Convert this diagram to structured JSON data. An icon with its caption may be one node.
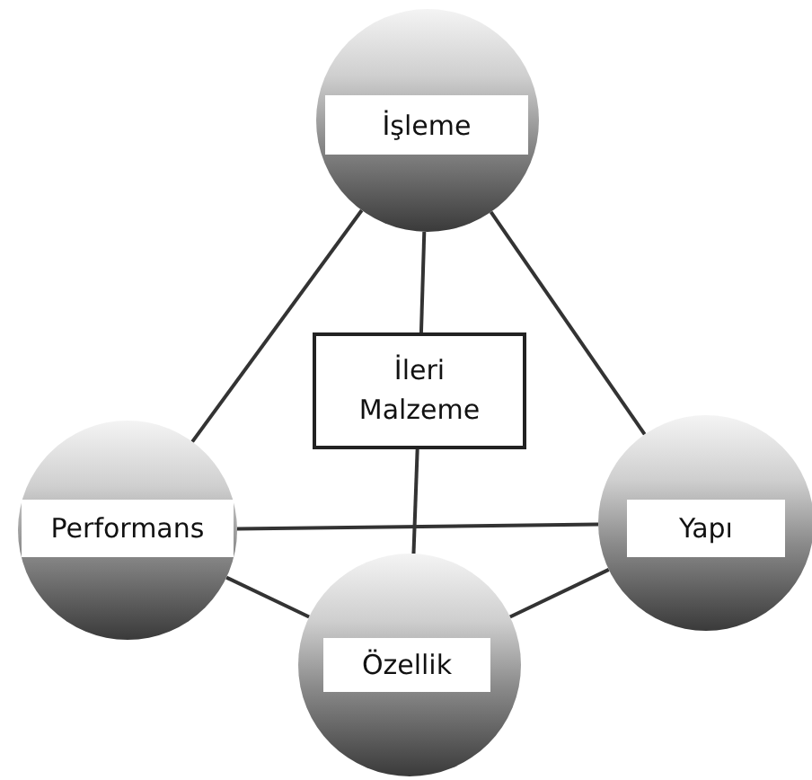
{
  "diagram": {
    "nodes": [
      {
        "text": [
          "İşleme"
        ]
      },
      {
        "text": [
          "İleri Malzeme"
        ]
      },
      {
        "text": [
          "Performans"
        ]
      },
      {
        "text": [
          "Yapı"
        ]
      },
      {
        "text": [
          "Özellik"
        ]
      }
    ],
    "edges": [
      {
        "from": 0,
        "to": 1,
        "arrow": "none"
      },
      {
        "from": 0,
        "to": 2,
        "arrow": "none"
      },
      {
        "from": 0,
        "to": 3,
        "arrow": "none"
      },
      {
        "from": 1,
        "to": 4,
        "arrow": "none"
      },
      {
        "from": 2,
        "to": 3,
        "arrow": "none"
      },
      {
        "from": 2,
        "to": 4,
        "arrow": "none"
      },
      {
        "from": 3,
        "to": 4,
        "arrow": "none"
      }
    ]
  }
}
